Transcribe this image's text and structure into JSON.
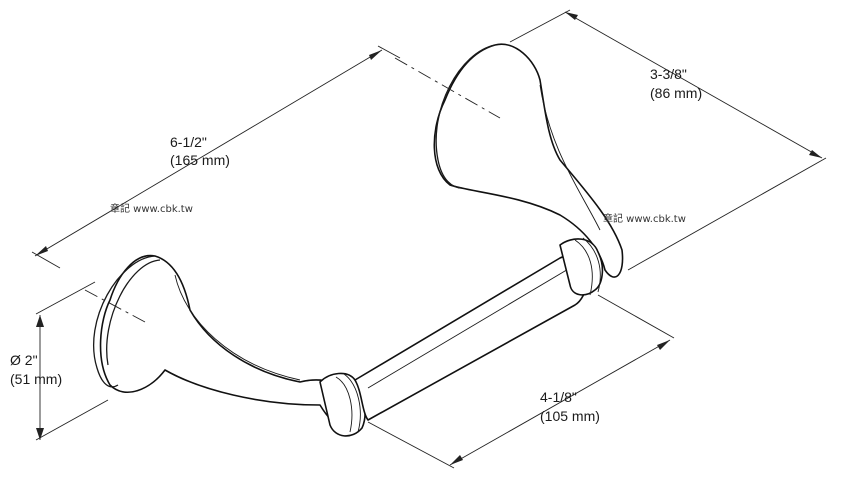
{
  "dimensions": {
    "overall_length": {
      "imperial": "6-1/2\"",
      "metric": "(165 mm)"
    },
    "projection": {
      "imperial": "3-3/8\"",
      "metric": "(86 mm)"
    },
    "flange_diameter": {
      "imperial": "Ø 2\"",
      "metric": "(51 mm)"
    },
    "bar_length": {
      "imperial": "4-1/8\"",
      "metric": "(105 mm)"
    }
  },
  "watermarks": [
    {
      "text": "章記 www.cbk.tw"
    },
    {
      "text": "章記 www.cbk.tw"
    }
  ]
}
